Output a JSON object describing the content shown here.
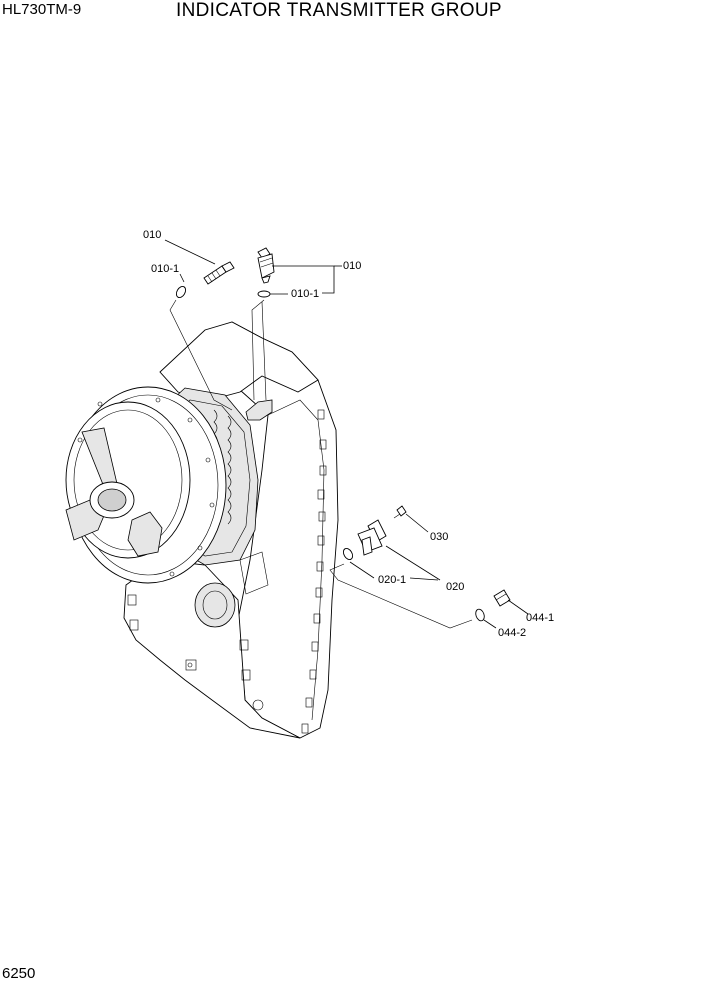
{
  "header": {
    "model": "HL730TM-9",
    "title": "INDICATOR TRANSMITTER GROUP"
  },
  "footer": {
    "page_number": "6250"
  },
  "callouts": {
    "c010_left": "010",
    "c010_1_left": "010-1",
    "c010_right": "010",
    "c010_1_right": "010-1",
    "c030": "030",
    "c020": "020",
    "c020_1": "020-1",
    "c044_1": "044-1",
    "c044_2": "044-2"
  }
}
